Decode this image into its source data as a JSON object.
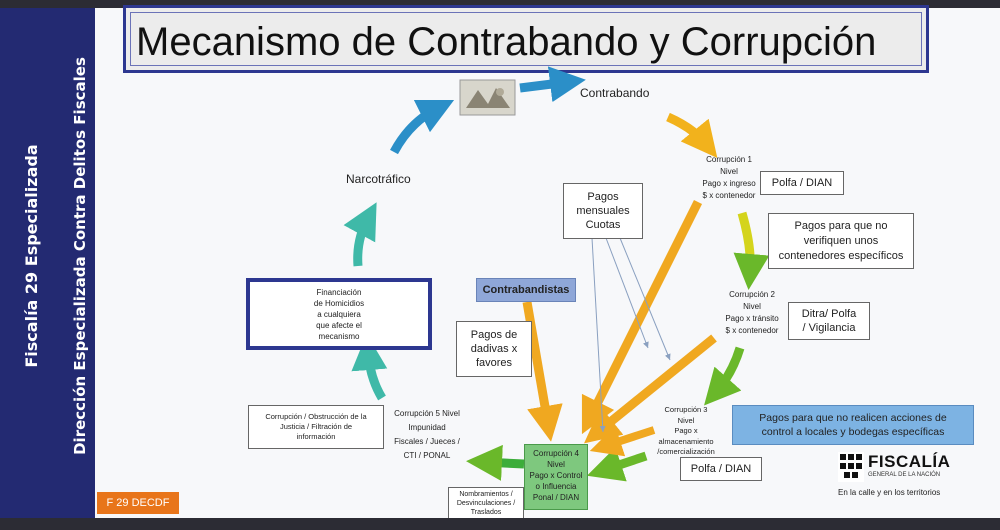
{
  "title": "Mecanismo de Contrabando y Corrupción",
  "sidebar": {
    "line1": "Fiscalía 29 Especializada",
    "line2": "Dirección Especializada Contra Delitos Fiscales"
  },
  "nodes": {
    "contrabando": "Contrabando",
    "narcotrafico": "Narcotráfico",
    "c1": [
      "Corrupción 1",
      "Nivel",
      "Pago x ingreso",
      "$ x contenedor"
    ],
    "c2": [
      "Corrupción 2",
      "Nivel",
      "Pago x tránsito",
      "$ x contenedor"
    ],
    "c3": [
      "Corrupción 3",
      "Nivel",
      "Pago x",
      "almacenamiento",
      "/comercialización"
    ],
    "c4": [
      "Corrupción 4",
      "Nivel",
      "Pago x Control",
      "o Influencia",
      "Ponal / DIAN"
    ],
    "c5": [
      "Corrupción 5 Nivel",
      "Impunidad",
      "Fiscales / Jueces /",
      "CTI / PONAL"
    ]
  },
  "boxes": {
    "pagos_mensuales": [
      "Pagos",
      "mensuales",
      "Cuotas"
    ],
    "polfa_dian_1": "Polfa / DIAN",
    "pagos_no_verifiquen": [
      "Pagos para que no",
      "verifiquen unos",
      "contenedores específicos"
    ],
    "ditra": [
      "Ditra/ Polfa",
      "/ Vigilancia"
    ],
    "pagos_no_realicen": [
      "Pagos para que no realicen acciones de",
      "control a locales y bodegas específicas"
    ],
    "polfa_dian_2": "Polfa / DIAN",
    "contrabandistas": "Contrabandistas",
    "dadivas": [
      "Pagos de",
      "dadivas x",
      "favores"
    ],
    "financiacion": [
      "Financiación",
      "de Homicidios",
      "a cualquiera",
      "que afecte el",
      "mecanismo"
    ],
    "obstruccion": [
      "Corrupción / Obstrucción de la",
      "Justicia / Filtración de",
      "información"
    ],
    "nombramientos": [
      "Nombramientos /",
      "Desvinculaciones /",
      "Traslados"
    ]
  },
  "logo": {
    "name": "FISCALÍA",
    "sub": "GENERAL DE LA NACIÓN",
    "slogan": "En la calle y en los territorios"
  },
  "footer_tag": "F 29 DECDF",
  "colors": {
    "sidebar": "#232a72",
    "title_border": "#2d3790",
    "arrow_blue": "#2b8fc8",
    "arrow_teal": "#3fb9a8",
    "arrow_yellow": "#f2b21c",
    "arrow_green": "#6ab82a",
    "arrow_orange": "#f0a820",
    "contrabandistas_fill": "#8fa7d8",
    "pagos_no_realicen_fill": "#7db3e3",
    "c4_fill": "#7ec87e",
    "tag": "#e8751a"
  }
}
